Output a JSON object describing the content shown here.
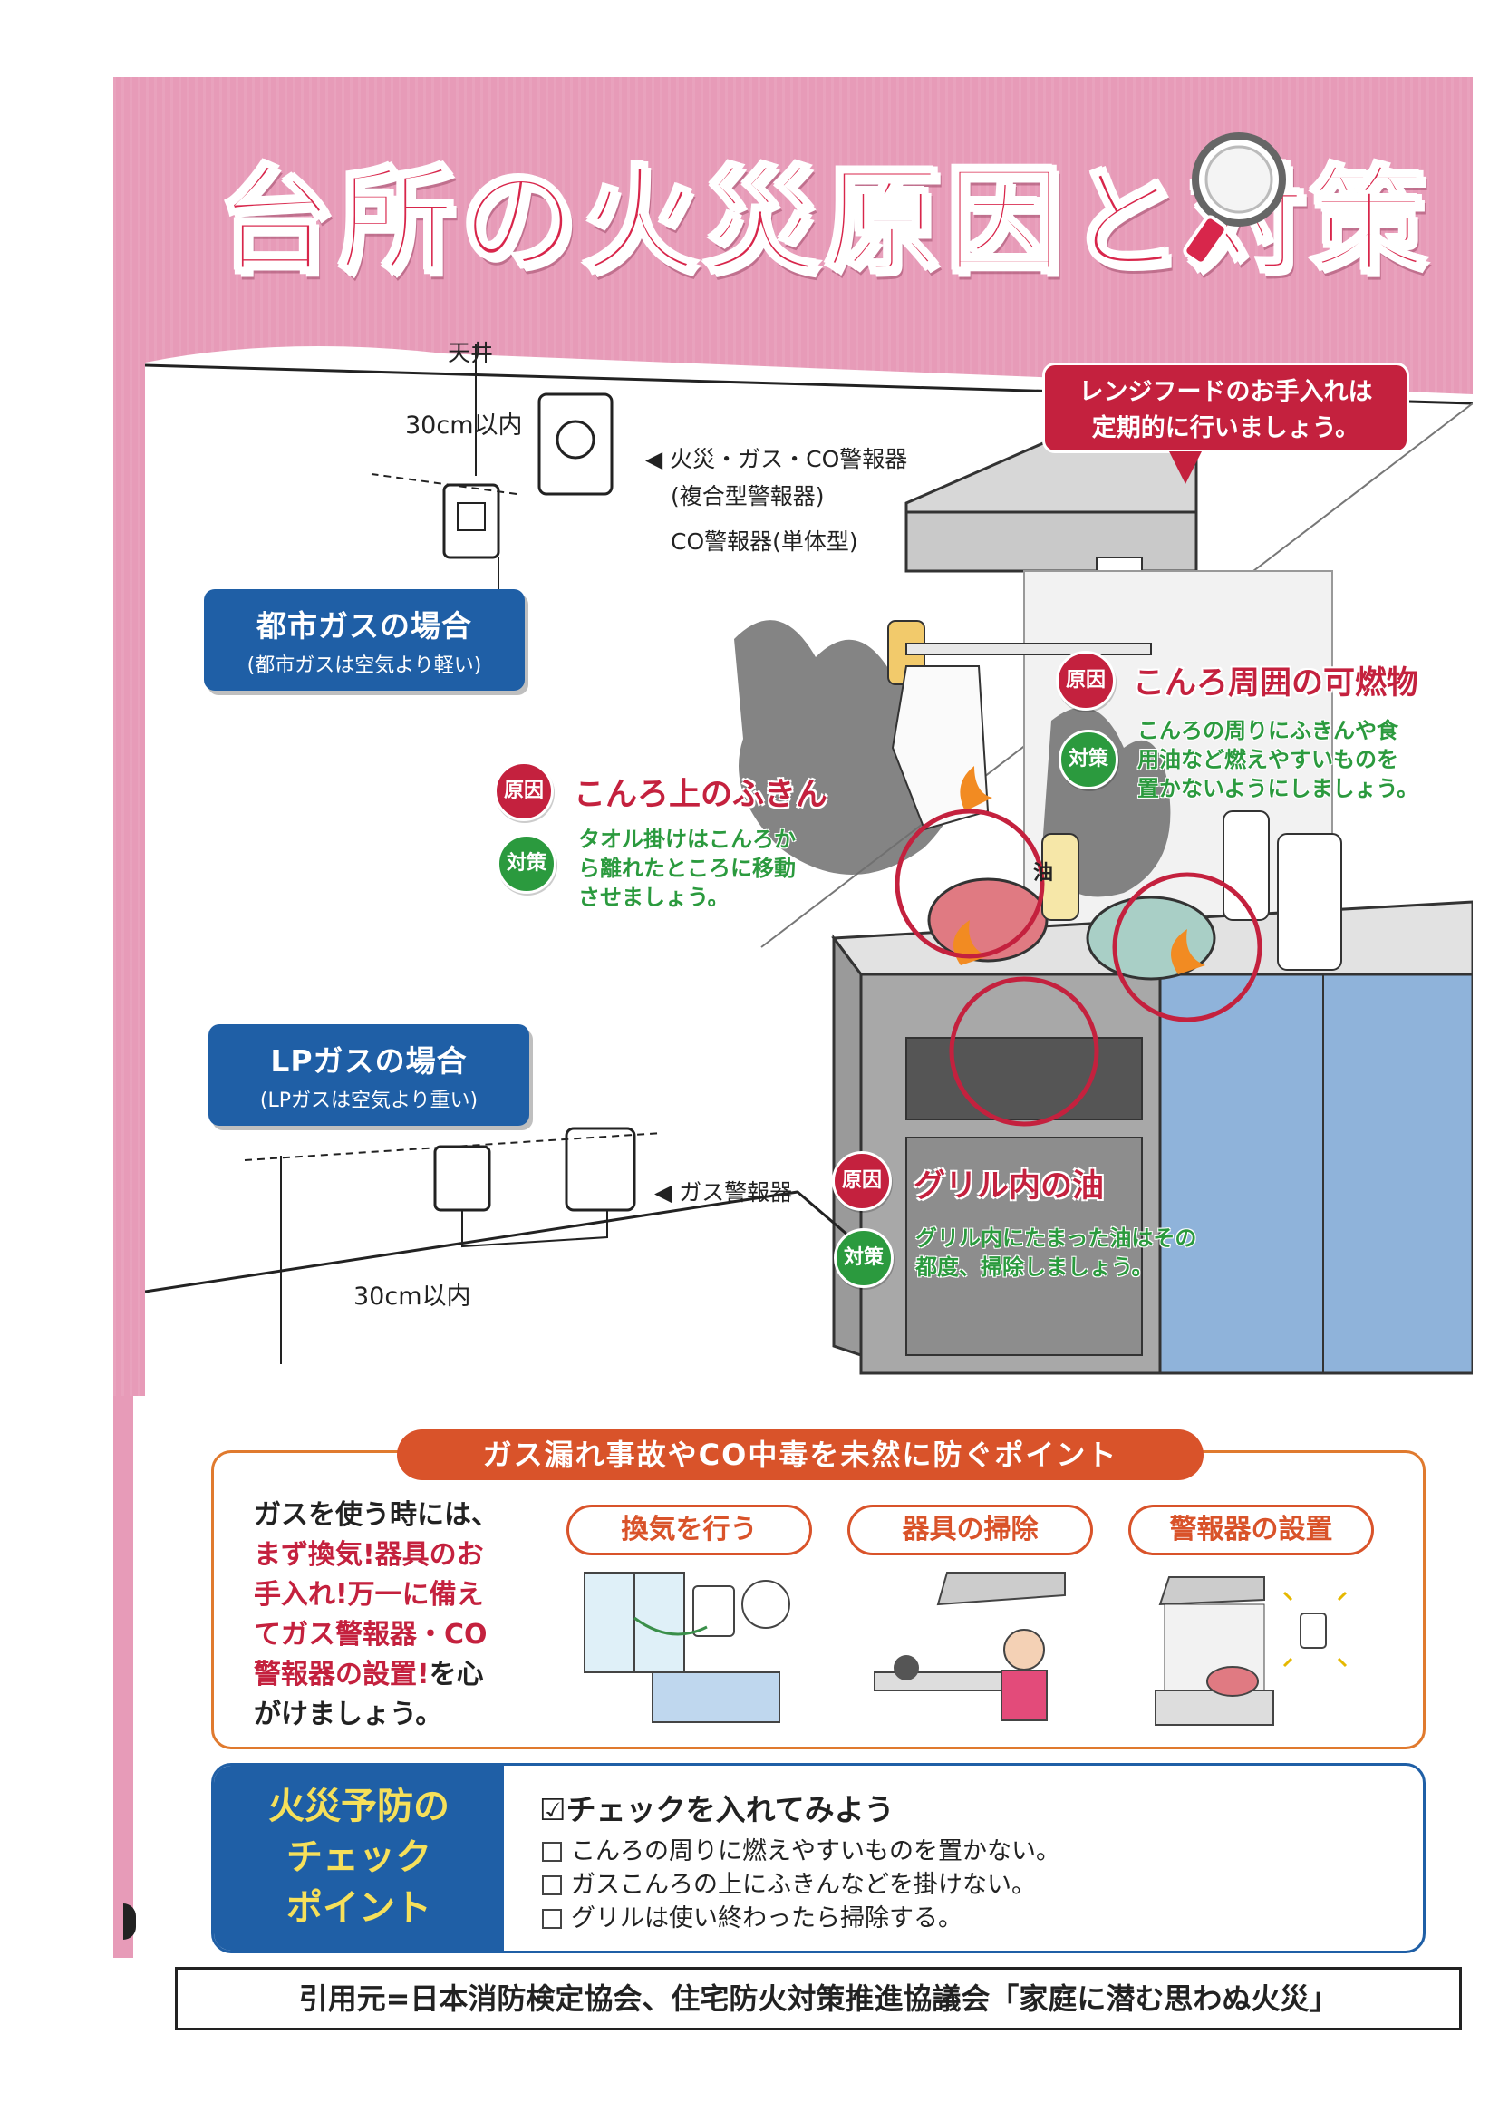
{
  "title": "台所の火災原因と対策",
  "kitchen": {
    "ceiling_label": "天井",
    "distance_top": "30cm以内",
    "alarm_combo_1": "◀ 火災・ガス・CO警報器",
    "alarm_combo_2": "(複合型警報器)",
    "alarm_co": "CO警報器(単体型)",
    "city_gas_title": "都市ガスの場合",
    "city_gas_sub": "(都市ガスは空気より軽い)",
    "lp_gas_title": "LPガスの場合",
    "lp_gas_sub": "(LPガスは空気より重い)",
    "gas_alarm": "◀ ガス警報器",
    "distance_bottom": "30cm以内",
    "hood_note_1": "レンジフードのお手入れは",
    "hood_note_2": "定期的に行いましょう。",
    "cause_badge": "原因",
    "measure_badge": "対策",
    "oil_label": "油",
    "causes": [
      {
        "cause": "こんろ周囲の可燃物",
        "measure": [
          "こんろの周りにふきんや食",
          "用油など燃えやすいものを",
          "置かないようにしましょう。"
        ]
      },
      {
        "cause": "こんろ上のふきん",
        "measure": [
          "タオル掛けはこんろか",
          "ら離れたところに移動",
          "させましょう。"
        ]
      },
      {
        "cause": "グリル内の油",
        "measure": [
          "グリル内にたまった油はその",
          "都度、掃除しましょう。"
        ]
      }
    ]
  },
  "gas_points": {
    "title": "ガス漏れ事故やCO中毒を未然に防ぐポイント",
    "desc_1": "ガスを使う時には、",
    "desc_2": "まず換気!器具のお",
    "desc_3": "手入れ!万一に備え",
    "desc_4": "てガス警報器・CO",
    "desc_5": "警報器の設置!",
    "desc_6": "を心",
    "desc_7": "がけましょう。",
    "tips": [
      "換気を行う",
      "器具の掃除",
      "警報器の設置"
    ]
  },
  "checklist": {
    "heading": [
      "火災予防の",
      "チェック",
      "ポイント"
    ],
    "title": "☑チェックを入れてみよう",
    "items": [
      "こんろの周りに燃えやすいものを置かない。",
      "ガスこんろの上にふきんなどを掛けない。",
      "グリルは使い終わったら掃除する。"
    ]
  },
  "source": "引用元=日本消防検定協会、住宅防火対策推進協議会「家庭に潜む思わぬ火災」",
  "colors": {
    "pink": "#e79bb8",
    "title_red": "#d8264b",
    "blue": "#1f5fa6",
    "green": "#2b9a3e",
    "orange": "#d9532a"
  }
}
